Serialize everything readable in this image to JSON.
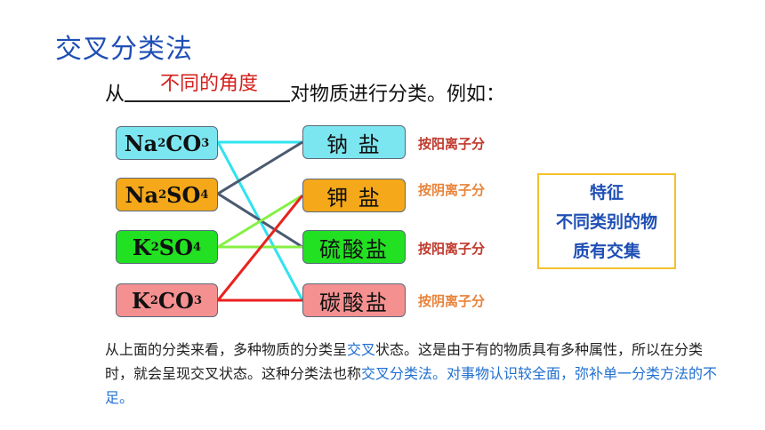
{
  "title": "交叉分类法",
  "intro": {
    "prefix": "从",
    "answer": "不同的角度",
    "suffix": "对物质进行分类。例如："
  },
  "substances": [
    {
      "base": "Na",
      "s1": "2",
      "mid": "CO",
      "s2": "3",
      "color": "#7ce6f0"
    },
    {
      "base": "Na",
      "s1": "2",
      "mid": "SO",
      "s2": "4",
      "color": "#f5a819"
    },
    {
      "base": "K",
      "s1": "2",
      "mid": "SO",
      "s2": "4",
      "color": "#22e022"
    },
    {
      "base": "K",
      "s1": "2",
      "mid": "CO",
      "s2": "3",
      "color": "#f59090"
    }
  ],
  "categories": [
    {
      "label": "钠 盐",
      "color": "#7ce6f0",
      "tag": "按阳离子分",
      "tag_color": "#c0392b"
    },
    {
      "label": "钾 盐",
      "color": "#f5a819",
      "tag": "按阴离子分",
      "tag_color": "#e8833a"
    },
    {
      "label": "硫酸盐",
      "color": "#22e022",
      "tag": "按阳离子分",
      "tag_color": "#c0392b"
    },
    {
      "label": "碳酸盐",
      "color": "#f59090",
      "tag": "按阴离子分",
      "tag_color": "#e8833a"
    }
  ],
  "note": {
    "line1": "特征",
    "line2": "不同类别的物",
    "line3": "质有交集"
  },
  "paragraph": {
    "p1": "从上面的分类来看，多种物质的分类呈",
    "p2": "交叉",
    "p3": "状态。这是由于有的物质具有多种属性，所以在分类时，就会呈现交叉状态。这种分类法也称",
    "p4": "交叉分类法",
    "p5": "。对事物认识较全面，弥补单一分类方法的不足。"
  },
  "link_colors": {
    "cyan": "#2fe3f0",
    "slate": "#4a5a70",
    "green": "#86f046",
    "red": "#e8231f"
  }
}
